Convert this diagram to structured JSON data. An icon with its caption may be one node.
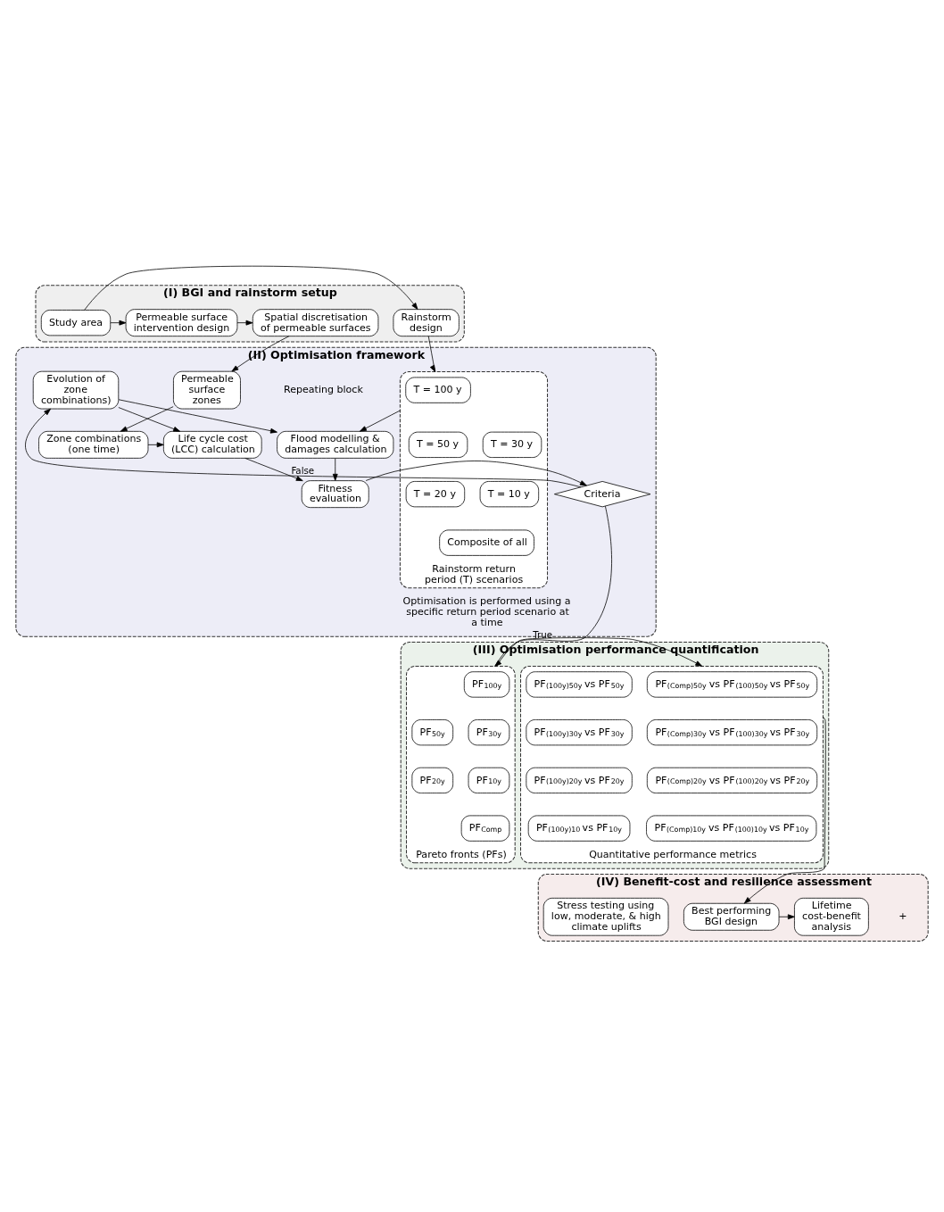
{
  "diagram": {
    "nodes": [
      {
        "text": [
          "(I) BGI and rainstorm setup"
        ]
      },
      {
        "text": [
          "Rainstorm design"
        ],
        "in": 0
      },
      {
        "text": [
          "Spatial discretisation of permeable surfaces"
        ],
        "in": 0
      },
      {
        "text": [
          "Permeable surface intervention design"
        ],
        "in": 0
      },
      {
        "text": [
          "Study area"
        ],
        "in": 0
      },
      {
        "text": [
          "(II) Optimisation framework"
        ]
      },
      {
        "text": [
          "Permeable surface zones"
        ],
        "in": 5
      },
      {
        "text": [
          "Zone combinations (one time)"
        ],
        "in": 5
      },
      {
        "text": [
          "Rainstorm return period (T) scenarios"
        ],
        "in": 5
      },
      {
        "text": [
          "T = 100 y"
        ],
        "in": 8
      },
      {
        "text": [
          "T = 50 y"
        ],
        "in": 8
      },
      {
        "text": [
          "T = 30 y"
        ],
        "in": 8
      },
      {
        "text": [
          "T = 20 y"
        ],
        "in": 8
      },
      {
        "text": [
          "T = 10 y"
        ],
        "in": 8
      },
      {
        "text": [
          "Composite of all"
        ],
        "in": 8
      },
      {
        "text": [
          "Life cycle cost (LCC) calculation"
        ],
        "in": 5
      },
      {
        "text": [
          "Flood modelling & damages calculation"
        ],
        "in": 5
      },
      {
        "text": [
          "Fitness evaluation"
        ],
        "in": 5
      },
      {
        "text": [
          "Criteria"
        ],
        "in": 5
      },
      {
        "text": [
          "Evolution of zone combinations)"
        ],
        "in": 5
      },
      {
        "text": [
          "(III) Optimisation performance quantification"
        ]
      },
      {
        "text": [
          "Quantitative performance metrics"
        ],
        "in": 20
      },
      {
        "text": [
          "PF$_{(Comp)50y}$ vs PF$_{(100)50y}$ vs PF$_{50y}$"
        ],
        "in": 21
      },
      {
        "text": [
          "PF$_{(100y)50y}$ vs PF$_{50y}$"
        ],
        "in": 21
      },
      {
        "text": [
          "PF$_{(Comp)30y}$ vs PF$_{(100)30y}$ vs PF$_{30y}$"
        ],
        "in": 21
      },
      {
        "text": [
          "PF$_{(100y)30y}$ vs PF$_{30y}$"
        ],
        "in": 21
      },
      {
        "text": [
          "PF$_{(Comp)20y}$ vs PF$_{(100)20y}$ vs PF$_{20y}$"
        ],
        "in": 21
      },
      {
        "text": [
          "PF$_{(100y)20y}$ vs PF$_{20y}$"
        ],
        "in": 21
      },
      {
        "text": [
          "PF$_{(Comp)10y}$ vs PF$_{(100)10y}$ vs PF$_{10y}$"
        ],
        "in": 21
      },
      {
        "text": [
          "PF$_{(100y)10}$ vs PF$_{10y}$"
        ],
        "in": 21
      },
      {
        "text": [
          "Pareto fronts (PFs)"
        ],
        "in": 20
      },
      {
        "text": [
          "PF$_{100y}$"
        ],
        "in": 30
      },
      {
        "text": [
          "PF$_{50y}$"
        ],
        "in": 30
      },
      {
        "text": [
          "PF$_{30y}$"
        ],
        "in": 30
      },
      {
        "text": [
          "PF$_{20y}$"
        ],
        "in": 30
      },
      {
        "text": [
          "PF$_{10y}$"
        ],
        "in": 30
      },
      {
        "text": [
          "PF$_{Comp}$"
        ],
        "in": 30
      },
      {
        "text": [
          "(IV) Benefit-cost and resilience assessment"
        ]
      },
      {
        "text": [
          "Best performing BGI design"
        ],
        "in": 37
      },
      {
        "text": [
          "Lifetime cost-benefit analysis"
        ],
        "in": 37
      },
      {
        "text": [
          "Stress testing using low, moderate, & high climate uplifts"
        ],
        "in": 37
      }
    ],
    "edges": [
      {
        "from": 4,
        "to": 3,
        "arrow": "to"
      },
      {
        "from": 3,
        "to": 2,
        "arrow": "to"
      },
      {
        "from": 4,
        "to": 1,
        "arrow": "to"
      },
      {
        "from": 2,
        "to": 6,
        "arrow": "to"
      },
      {
        "from": 1,
        "to": 8,
        "arrow": "to"
      },
      {
        "from": 6,
        "to": 7,
        "arrow": "to"
      },
      {
        "from": 7,
        "to": 15,
        "arrow": "to"
      },
      {
        "from": 8,
        "to": 16,
        "arrow": "to"
      },
      {
        "from": 19,
        "to": 15,
        "arrow": "to"
      },
      {
        "from": 19,
        "to": 16,
        "arrow": "to"
      },
      {
        "from": 15,
        "to": 17,
        "arrow": "to"
      },
      {
        "from": 16,
        "to": 17,
        "arrow": "to"
      },
      {
        "from": 17,
        "to": 18,
        "arrow": "to"
      },
      {
        "from": 18,
        "to": 19,
        "arrow": "to",
        "label": "False"
      },
      {
        "from": 18,
        "to": 30,
        "arrow": "to",
        "label": "True"
      },
      {
        "from": 30,
        "to": 21,
        "arrow": "to"
      },
      {
        "from": 21,
        "to": 38,
        "arrow": "to"
      },
      {
        "from": 38,
        "to": 39,
        "arrow": "to"
      }
    ],
    "labels": [
      "Repeating block",
      "Optimisation is performed using a specific return period scenario at a time",
      "+"
    ]
  }
}
